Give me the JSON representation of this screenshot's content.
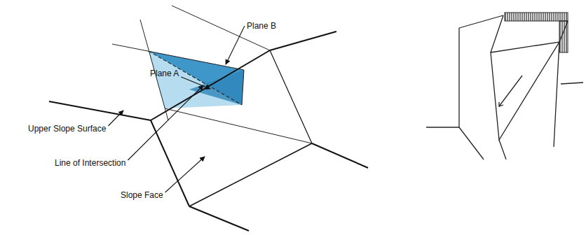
{
  "diagram": {
    "labels": [
      "Plane B",
      "Plane A",
      "Upper Slope Surface",
      "Line of Intersection",
      "Slope Face"
    ]
  }
}
